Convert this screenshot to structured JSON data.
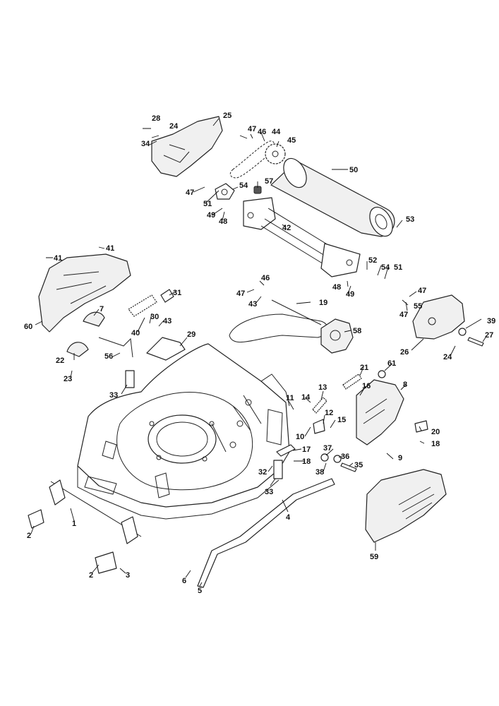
{
  "callouts": [
    {
      "id": "c28",
      "label": "28"
    },
    {
      "id": "c24a",
      "label": "24"
    },
    {
      "id": "c25",
      "label": "25"
    },
    {
      "id": "c34",
      "label": "34"
    },
    {
      "id": "c47a",
      "label": "47"
    },
    {
      "id": "c46a",
      "label": "46"
    },
    {
      "id": "c44",
      "label": "44"
    },
    {
      "id": "c45",
      "label": "45"
    },
    {
      "id": "c50",
      "label": "50"
    },
    {
      "id": "c47b",
      "label": "47"
    },
    {
      "id": "c54a",
      "label": "54"
    },
    {
      "id": "c57",
      "label": "57"
    },
    {
      "id": "c51a",
      "label": "51"
    },
    {
      "id": "c49a",
      "label": "49"
    },
    {
      "id": "c48a",
      "label": "48"
    },
    {
      "id": "c53",
      "label": "53"
    },
    {
      "id": "c42",
      "label": "42"
    },
    {
      "id": "c41a",
      "label": "41"
    },
    {
      "id": "c41b",
      "label": "41"
    },
    {
      "id": "c52",
      "label": "52"
    },
    {
      "id": "c54b",
      "label": "54"
    },
    {
      "id": "c51b",
      "label": "51"
    },
    {
      "id": "c48b",
      "label": "48"
    },
    {
      "id": "c49b",
      "label": "49"
    },
    {
      "id": "c46b",
      "label": "46"
    },
    {
      "id": "c47c",
      "label": "47"
    },
    {
      "id": "c43a",
      "label": "43"
    },
    {
      "id": "c47d",
      "label": "47"
    },
    {
      "id": "c55",
      "label": "55"
    },
    {
      "id": "c47e",
      "label": "47"
    },
    {
      "id": "c31",
      "label": "31"
    },
    {
      "id": "c7",
      "label": "7"
    },
    {
      "id": "c19",
      "label": "19"
    },
    {
      "id": "c60",
      "label": "60"
    },
    {
      "id": "c30",
      "label": "30"
    },
    {
      "id": "c43b",
      "label": "43"
    },
    {
      "id": "c40",
      "label": "40"
    },
    {
      "id": "c29",
      "label": "29"
    },
    {
      "id": "c58",
      "label": "58"
    },
    {
      "id": "c39",
      "label": "39"
    },
    {
      "id": "c27",
      "label": "27"
    },
    {
      "id": "c26",
      "label": "26"
    },
    {
      "id": "c24b",
      "label": "24"
    },
    {
      "id": "c22",
      "label": "22"
    },
    {
      "id": "c56",
      "label": "56"
    },
    {
      "id": "c23",
      "label": "23"
    },
    {
      "id": "c33a",
      "label": "33"
    },
    {
      "id": "c21",
      "label": "21"
    },
    {
      "id": "c61",
      "label": "61"
    },
    {
      "id": "c8",
      "label": "8"
    },
    {
      "id": "c13",
      "label": "13"
    },
    {
      "id": "c16",
      "label": "16"
    },
    {
      "id": "c11",
      "label": "11"
    },
    {
      "id": "c14",
      "label": "14"
    },
    {
      "id": "c12",
      "label": "12"
    },
    {
      "id": "c15",
      "label": "15"
    },
    {
      "id": "c10",
      "label": "10"
    },
    {
      "id": "c20",
      "label": "20"
    },
    {
      "id": "c18a",
      "label": "18"
    },
    {
      "id": "c17",
      "label": "17"
    },
    {
      "id": "c37",
      "label": "37"
    },
    {
      "id": "c36",
      "label": "36"
    },
    {
      "id": "c9",
      "label": "9"
    },
    {
      "id": "c18b",
      "label": "18"
    },
    {
      "id": "c32",
      "label": "32"
    },
    {
      "id": "c38",
      "label": "38"
    },
    {
      "id": "c35",
      "label": "35"
    },
    {
      "id": "c33b",
      "label": "33"
    },
    {
      "id": "c4",
      "label": "4"
    },
    {
      "id": "c1",
      "label": "1"
    },
    {
      "id": "c2a",
      "label": "2"
    },
    {
      "id": "c59",
      "label": "59"
    },
    {
      "id": "c2b",
      "label": "2"
    },
    {
      "id": "c3",
      "label": "3"
    },
    {
      "id": "c6",
      "label": "6"
    },
    {
      "id": "c5",
      "label": "5"
    }
  ]
}
